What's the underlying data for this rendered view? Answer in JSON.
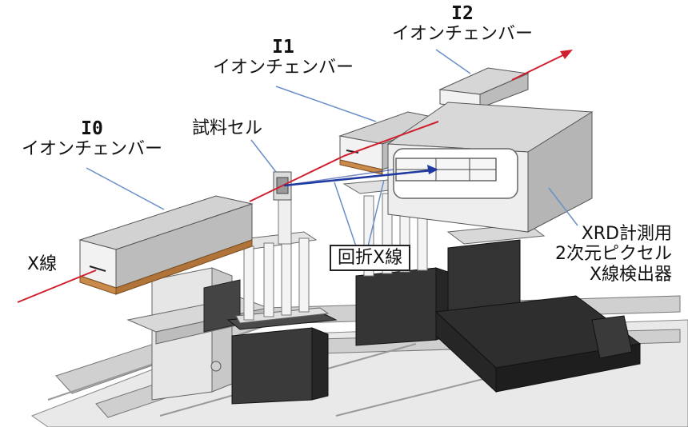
{
  "labels": {
    "i0_tag": "I0",
    "i0_name": "イオンチェンバー",
    "i1_tag": "I1",
    "i1_name": "イオンチェンバー",
    "i2_tag": "I2",
    "i2_name": "イオンチェンバー",
    "sample_cell": "試料セル",
    "xray": "X線",
    "diffracted_xray": "回折X線",
    "detector_line1": "XRD計測用",
    "detector_line2": "2次元ピクセル",
    "detector_line3": "X線検出器"
  },
  "colors": {
    "incident_beam": "#d0202e",
    "diffracted_beam": "#1f3aa0",
    "leader_line": "#6a8fc8",
    "chamber_top": "#d2d2d2",
    "chamber_front": "#f2f2f2",
    "chamber_side": "#b9b9b9",
    "copper_base": "#c98a4a",
    "dark_stage": "#3a3a3a",
    "rail": "#d8d8d8"
  }
}
